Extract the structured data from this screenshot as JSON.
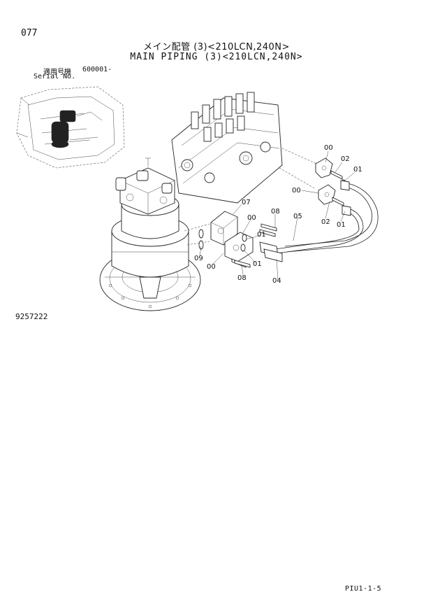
{
  "header": {
    "page_number": "077",
    "title_jp": "メイン配管 (3)<210LCN,240N>",
    "title_en": "MAIN PIPING (3)<210LCN,240N>",
    "serial_label_jp": "適用号機",
    "serial_value": "600001-",
    "serial_label_en": "Serial No."
  },
  "figure": {
    "id": "9257222",
    "callouts": [
      {
        "label": "00"
      },
      {
        "label": "02"
      },
      {
        "label": "01"
      },
      {
        "label": "00"
      },
      {
        "label": "02"
      },
      {
        "label": "01"
      },
      {
        "label": "07"
      },
      {
        "label": "00"
      },
      {
        "label": "08"
      },
      {
        "label": "05"
      },
      {
        "label": "09"
      },
      {
        "label": "01"
      },
      {
        "label": "00"
      },
      {
        "label": "01"
      },
      {
        "label": "08"
      },
      {
        "label": "04"
      }
    ]
  },
  "footer": {
    "page_ref": "PIU1-1-5"
  }
}
